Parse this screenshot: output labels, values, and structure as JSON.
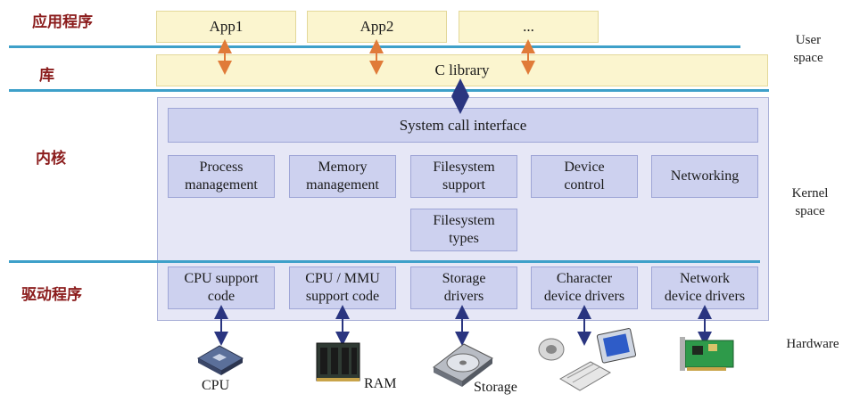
{
  "layers": {
    "apps": "应用程序",
    "library": "库",
    "kernel": "内核",
    "drivers": "驱动程序"
  },
  "side": {
    "user_space": [
      "User",
      "space"
    ],
    "kernel_space": [
      "Kernel",
      "space"
    ],
    "hardware": "Hardware"
  },
  "apps": [
    "App1",
    "App2",
    "..."
  ],
  "c_library": "C library",
  "syscall": "System call interface",
  "subsystems": [
    [
      "Process",
      "management"
    ],
    [
      "Memory",
      "management"
    ],
    [
      "Filesystem",
      "support"
    ],
    [
      "Device",
      "control"
    ],
    [
      "Networking"
    ]
  ],
  "fs_types": [
    "Filesystem",
    "types"
  ],
  "drivers": [
    [
      "CPU support",
      "code"
    ],
    [
      "CPU / MMU",
      "support code"
    ],
    [
      "Storage",
      "drivers"
    ],
    [
      "Character",
      "device drivers"
    ],
    [
      "Network",
      "device drivers"
    ]
  ],
  "hardware": [
    "CPU",
    "RAM",
    "Storage"
  ],
  "colors": {
    "layer_text": "#8b1c1c",
    "rule": "#3ea0c9",
    "user_box": "#fbf5cf",
    "kernel_bg": "#e6e7f6",
    "kernel_box": "#cdd1ef",
    "user_arrow": "#e07b39",
    "kernel_arrow": "#2a3580"
  }
}
